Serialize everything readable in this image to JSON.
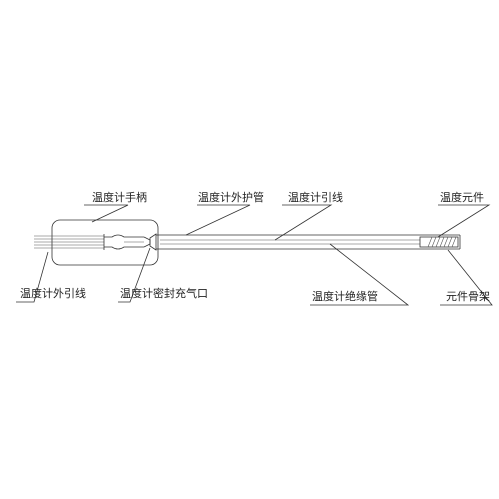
{
  "labels": {
    "handle": "温度计手柄",
    "protective_tube": "温度计外护管",
    "lead_wire": "温度计引线",
    "element": "温度元件",
    "external_lead": "温度计外引线",
    "seal_inlet": "温度计密封充气口",
    "insulation_tube": "温度计绝缘管",
    "element_frame": "元件骨架"
  }
}
